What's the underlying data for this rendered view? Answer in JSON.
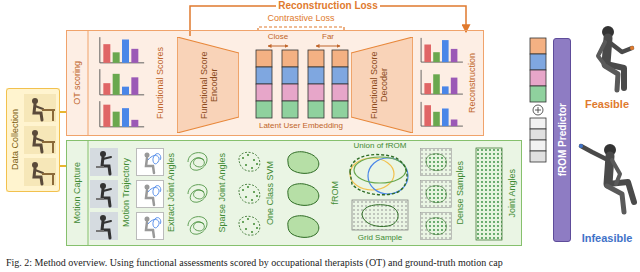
{
  "diagram": {
    "caption": "Fig. 2: Method overview. Using functional assessments scored by occupational therapists (OT) and ground-truth motion cap",
    "nodes": [
      {
        "text": [
          "Data Collection"
        ]
      },
      {
        "text": [
          "OT scoring"
        ]
      },
      {
        "text": [
          "Motion Capture"
        ]
      },
      {
        "text": [
          "Functional Score Encoder"
        ],
        "in": 1
      },
      {
        "text": [
          "Functional Score Decoder"
        ],
        "in": 1
      },
      {
        "text": [
          "fROM Predictor"
        ]
      }
    ],
    "edges": [
      {
        "from": 0,
        "to": 1,
        "arrow": "none"
      },
      {
        "from": 0,
        "to": 2,
        "arrow": "none"
      }
    ],
    "labels": [
      "Reconstruction Loss",
      "Contrastive Loss",
      "Close",
      "Far",
      "Functional Scores",
      "Latent User Embedding",
      "Reconstruction",
      "Motion Trajectory",
      "Extract Joint Angles",
      "Sparse Joint Angles",
      "One Class SVM",
      "fROM",
      "Union of fROM",
      "Grid Sample",
      "Dense Samples",
      "Joint Angles",
      "Feasible",
      "Infeasible"
    ]
  }
}
